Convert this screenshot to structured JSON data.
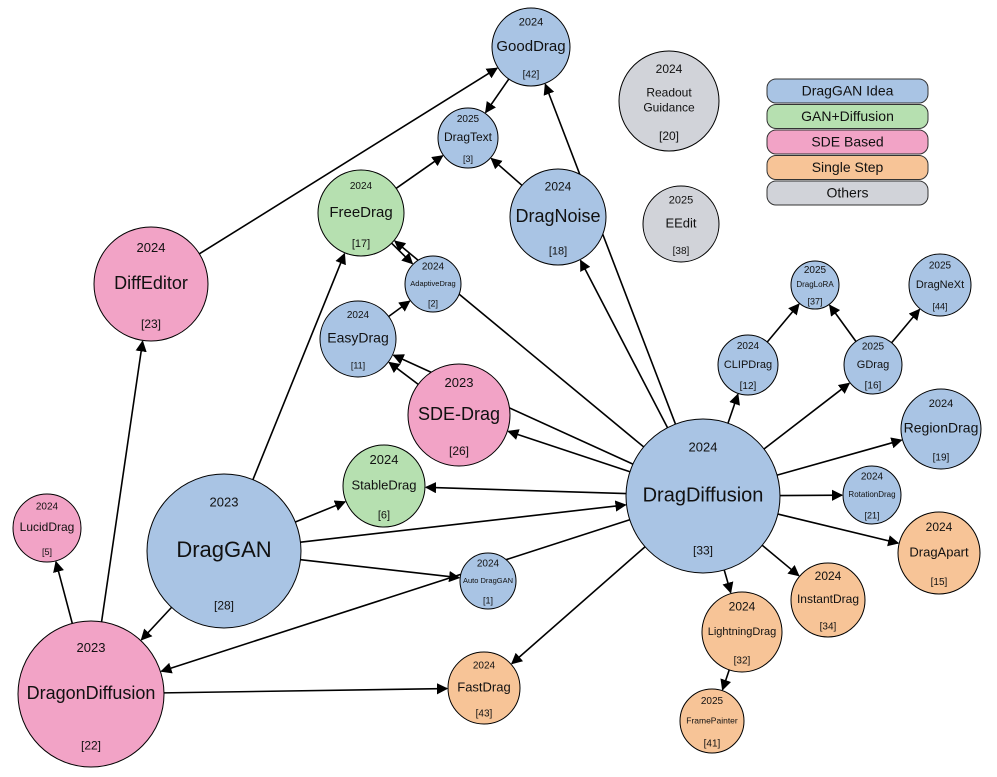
{
  "colors": {
    "dragganIdea": "#a9c4e4",
    "ganDiffusion": "#b6e0b0",
    "sdeBased": "#f2a3c6",
    "singleStep": "#f7c497",
    "others": "#d1d3d9"
  },
  "legend": [
    {
      "label": "DragGAN Idea",
      "color": "#a9c4e4"
    },
    {
      "label": "GAN+Diffusion",
      "color": "#b6e0b0"
    },
    {
      "label": "SDE Based",
      "color": "#f2a3c6"
    },
    {
      "label": "Single Step",
      "color": "#f7c497"
    },
    {
      "label": "Others",
      "color": "#d1d3d9"
    }
  ],
  "nodes": [
    {
      "id": "gooddrag",
      "year": "2024",
      "name": "GoodDrag",
      "ref": "[42]",
      "category": "DragGAN Idea"
    },
    {
      "id": "readout",
      "year": "2024",
      "name": "Readout\nGuidance",
      "ref": "[20]",
      "category": "Others"
    },
    {
      "id": "dragtext",
      "year": "2025",
      "name": "DragText",
      "ref": "[3]",
      "category": "DragGAN Idea"
    },
    {
      "id": "freedrag",
      "year": "2024",
      "name": "FreeDrag",
      "ref": "[17]",
      "category": "GAN+Diffusion"
    },
    {
      "id": "dragnoise",
      "year": "2024",
      "name": "DragNoise",
      "ref": "[18]",
      "category": "DragGAN Idea"
    },
    {
      "id": "eedit",
      "year": "2025",
      "name": "EEdit",
      "ref": "[38]",
      "category": "Others"
    },
    {
      "id": "diffeditor",
      "year": "2024",
      "name": "DiffEditor",
      "ref": "[23]",
      "category": "SDE Based"
    },
    {
      "id": "adaptivedrag",
      "year": "2024",
      "name": "AdaptiveDrag",
      "ref": "[2]",
      "category": "DragGAN Idea"
    },
    {
      "id": "easydrag",
      "year": "2024",
      "name": "EasyDrag",
      "ref": "[11]",
      "category": "DragGAN Idea"
    },
    {
      "id": "sdedrag",
      "year": "2023",
      "name": "SDE-Drag",
      "ref": "[26]",
      "category": "SDE Based"
    },
    {
      "id": "draglora",
      "year": "2025",
      "name": "DragLoRA",
      "ref": "[37]",
      "category": "DragGAN Idea"
    },
    {
      "id": "dragnext",
      "year": "2025",
      "name": "DragNeXt",
      "ref": "[44]",
      "category": "DragGAN Idea"
    },
    {
      "id": "clipdrag",
      "year": "2024",
      "name": "CLIPDrag",
      "ref": "[12]",
      "category": "DragGAN Idea"
    },
    {
      "id": "gdrag",
      "year": "2025",
      "name": "GDrag",
      "ref": "[16]",
      "category": "DragGAN Idea"
    },
    {
      "id": "regiondrag",
      "year": "2024",
      "name": "RegionDrag",
      "ref": "[19]",
      "category": "DragGAN Idea"
    },
    {
      "id": "stabledrag",
      "year": "2024",
      "name": "StableDrag",
      "ref": "[6]",
      "category": "GAN+Diffusion"
    },
    {
      "id": "dragdiffusion",
      "year": "2024",
      "name": "DragDiffusion",
      "ref": "[33]",
      "category": "DragGAN Idea"
    },
    {
      "id": "rotationdrag",
      "year": "2024",
      "name": "RotationDrag",
      "ref": "[21]",
      "category": "DragGAN Idea"
    },
    {
      "id": "dragapart",
      "year": "2024",
      "name": "DragApart",
      "ref": "[15]",
      "category": "Single Step"
    },
    {
      "id": "luciddrag",
      "year": "2024",
      "name": "LucidDrag",
      "ref": "[5]",
      "category": "SDE Based"
    },
    {
      "id": "draggan",
      "year": "2023",
      "name": "DragGAN",
      "ref": "[28]",
      "category": "DragGAN Idea"
    },
    {
      "id": "autodraggan",
      "year": "2024",
      "name": "Auto DragGAN",
      "ref": "[1]",
      "category": "DragGAN Idea"
    },
    {
      "id": "instantdrag",
      "year": "2024",
      "name": "InstantDrag",
      "ref": "[34]",
      "category": "Single Step"
    },
    {
      "id": "lightningdrag",
      "year": "2024",
      "name": "LightningDrag",
      "ref": "[32]",
      "category": "Single Step"
    },
    {
      "id": "dragondiffusion",
      "year": "2023",
      "name": "DragonDiffusion",
      "ref": "[22]",
      "category": "SDE Based"
    },
    {
      "id": "fastdrag",
      "year": "2024",
      "name": "FastDrag",
      "ref": "[43]",
      "category": "Single Step"
    },
    {
      "id": "framepainter",
      "year": "2025",
      "name": "FramePainter",
      "ref": "[41]",
      "category": "Single Step"
    }
  ],
  "edges": [
    [
      "gooddrag",
      "dragtext"
    ],
    [
      "freedrag",
      "dragtext"
    ],
    [
      "dragnoise",
      "dragtext"
    ],
    [
      "diffeditor",
      "gooddrag"
    ],
    [
      "freedrag",
      "adaptivedrag"
    ],
    [
      "easydrag",
      "adaptivedrag"
    ],
    [
      "sdedrag",
      "easydrag"
    ],
    [
      "draggan",
      "freedrag"
    ],
    [
      "draggan",
      "stabledrag"
    ],
    [
      "draggan",
      "dragdiffusion"
    ],
    [
      "draggan",
      "autodraggan"
    ],
    [
      "draggan",
      "dragondiffusion"
    ],
    [
      "dragondiffusion",
      "luciddrag"
    ],
    [
      "dragondiffusion",
      "diffeditor"
    ],
    [
      "dragondiffusion",
      "fastdrag"
    ],
    [
      "dragdiffusion",
      "gooddrag"
    ],
    [
      "dragdiffusion",
      "dragnoise"
    ],
    [
      "dragdiffusion",
      "freedrag"
    ],
    [
      "dragdiffusion",
      "easydrag"
    ],
    [
      "dragdiffusion",
      "sdedrag"
    ],
    [
      "dragdiffusion",
      "stabledrag"
    ],
    [
      "dragdiffusion",
      "clipdrag"
    ],
    [
      "dragdiffusion",
      "gdrag"
    ],
    [
      "dragdiffusion",
      "regiondrag"
    ],
    [
      "dragdiffusion",
      "rotationdrag"
    ],
    [
      "dragdiffusion",
      "dragapart"
    ],
    [
      "dragdiffusion",
      "instantdrag"
    ],
    [
      "dragdiffusion",
      "lightningdrag"
    ],
    [
      "dragdiffusion",
      "dragondiffusion"
    ],
    [
      "dragdiffusion",
      "fastdrag"
    ],
    [
      "clipdrag",
      "draglora"
    ],
    [
      "gdrag",
      "draglora"
    ],
    [
      "gdrag",
      "dragnext"
    ],
    [
      "lightningdrag",
      "framepainter"
    ]
  ]
}
